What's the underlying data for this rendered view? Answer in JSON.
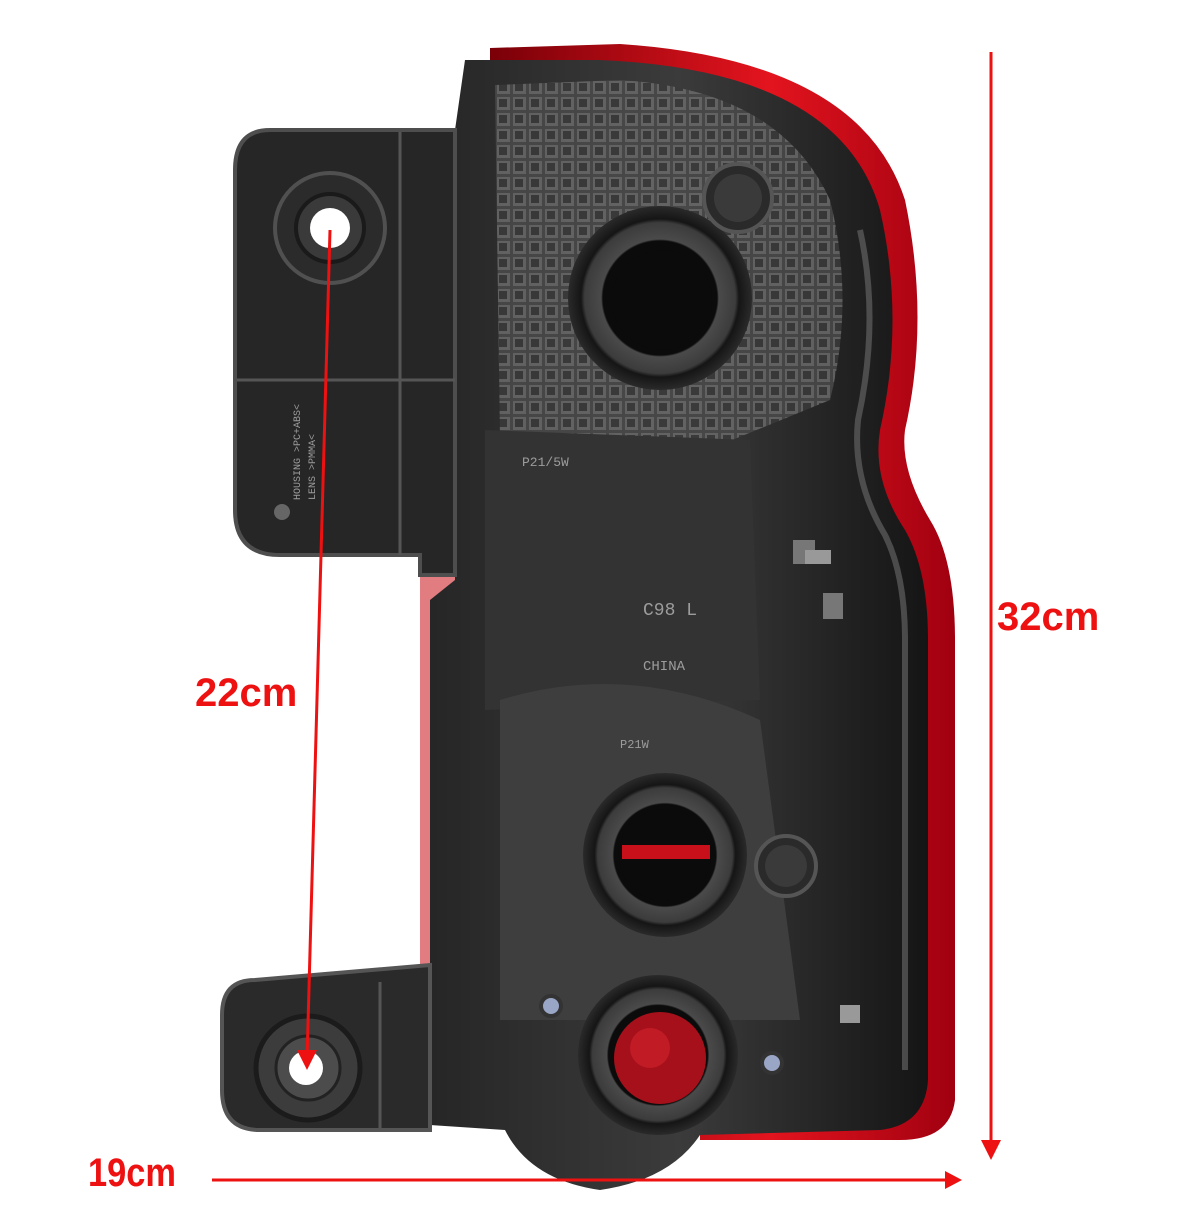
{
  "image": {
    "subject": "Rear tail light housing (back side view)",
    "background_color": "#ffffff"
  },
  "colors": {
    "annotation_red": "#ee1111",
    "housing_dark": "#1c1c1c",
    "housing_mid": "#3a3a3a",
    "housing_light": "#5a5a5a",
    "lens_red": "#c8101a",
    "socket_inner": "#0b0b0b"
  },
  "dimensions": {
    "height": {
      "label": "32cm",
      "orientation": "vertical"
    },
    "mount_spacing": {
      "label": "22cm",
      "orientation": "vertical"
    },
    "width": {
      "label": "19cm",
      "orientation": "horizontal"
    }
  },
  "embossed_text": {
    "bulb_upper": "P21/5W",
    "bulb_lower": "P21W",
    "part_code": "C98 L",
    "origin": "CHINA",
    "materials_line1": "HOUSING >PC+ABS<",
    "materials_line2": "LENS >PMMA<"
  }
}
